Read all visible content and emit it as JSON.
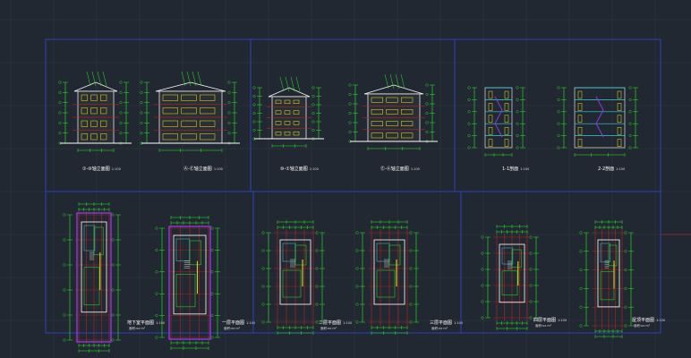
{
  "colors": {
    "background": "#222831",
    "grid": "#2c3440",
    "frame": "#2a3fbf",
    "dimension": "#22ee22",
    "wall": "#ffffff",
    "axis": "#d02020",
    "purple": "#8a3ae0",
    "yellow": "#f2e21a",
    "cyan": "#30d0e0"
  },
  "elevations": [
    {
      "title": "①-⑩轴立面图",
      "scale": "1:100"
    },
    {
      "title": "Ⓐ-Ⓔ轴立面图",
      "scale": "1:100"
    },
    {
      "title": "⑩-①轴立面图",
      "scale": "1:100"
    },
    {
      "title": "Ⓔ-Ⓐ轴立面图",
      "scale": "1:100"
    }
  ],
  "sections": [
    {
      "title": "1-1剖面",
      "scale": "1:100"
    },
    {
      "title": "2-2剖面",
      "scale": "1:100"
    }
  ],
  "plans": [
    {
      "title": "地下室平面图",
      "scale": "1:100",
      "area": "面积:xx m²"
    },
    {
      "title": "一层平面图",
      "scale": "1:100",
      "area": "面积:xx m²"
    },
    {
      "title": "二层平面图",
      "scale": "1:100",
      "area": "面积:xx m²"
    },
    {
      "title": "三层平面图",
      "scale": "1:100",
      "area": "面积:xx m²"
    },
    {
      "title": "四层平面图",
      "scale": "1:100",
      "area": "面积:xx m²"
    },
    {
      "title": "屋顶平面图",
      "scale": "1:100",
      "area": "面积:xx m²"
    }
  ]
}
